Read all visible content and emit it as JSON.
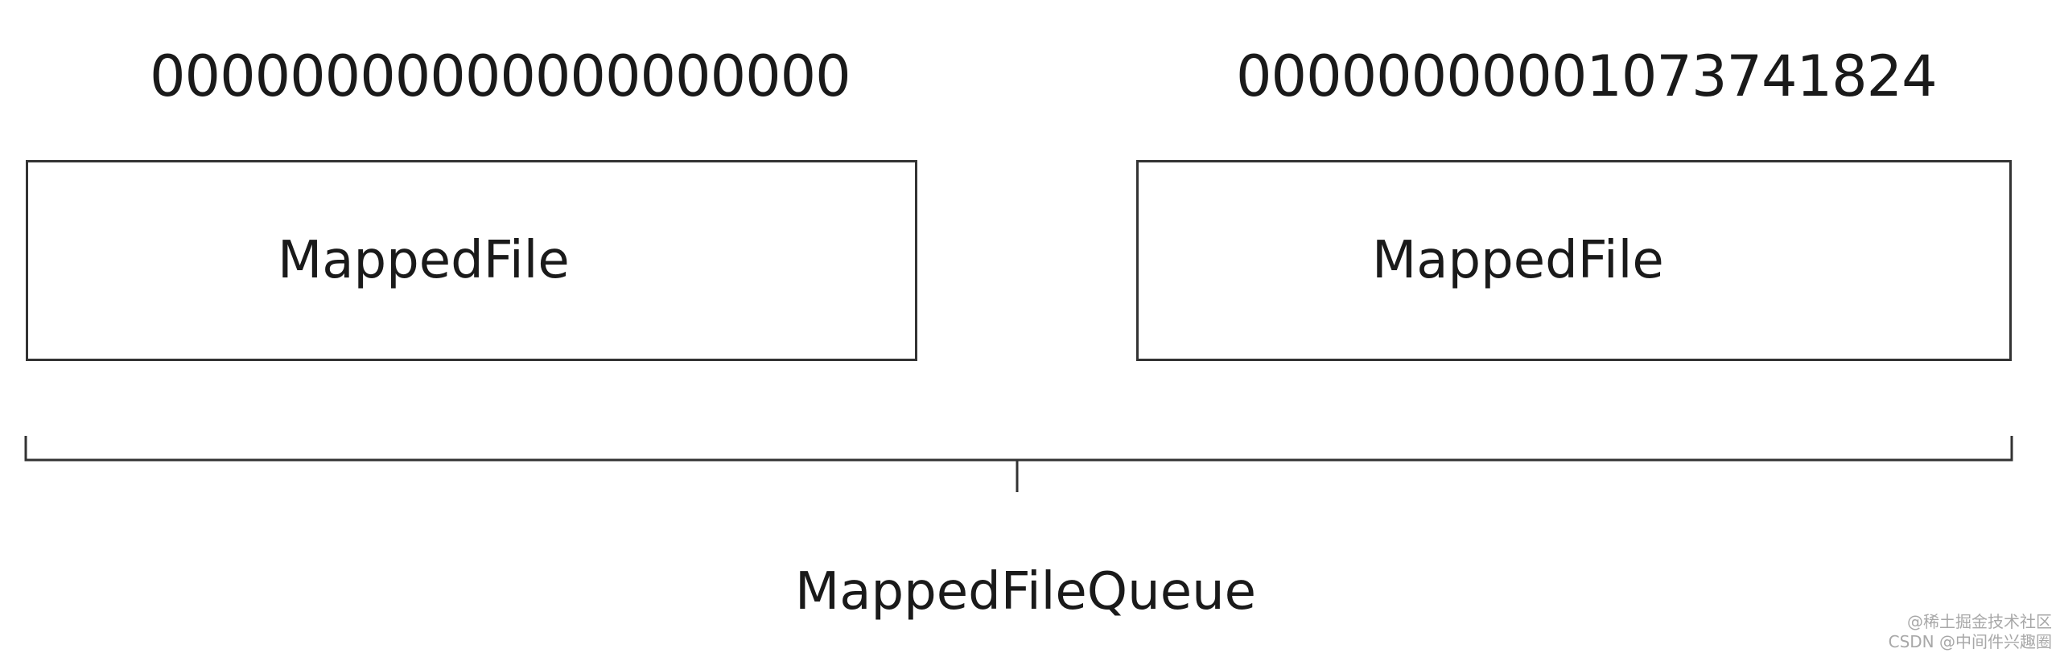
{
  "diagram": {
    "offsets": {
      "left": "00000000000000000000",
      "right": "00000000001073741824"
    },
    "files": [
      {
        "label": "MappedFile"
      },
      {
        "label": "MappedFile"
      }
    ],
    "queue_label": "MappedFileQueue"
  },
  "watermark": {
    "line1": "@稀土掘金技术社区",
    "line2": "CSDN @中间件兴趣圈"
  },
  "colors": {
    "stroke": "#333333",
    "text": "#1a1a1a",
    "background": "#ffffff",
    "watermark": "#a8a8a8"
  }
}
